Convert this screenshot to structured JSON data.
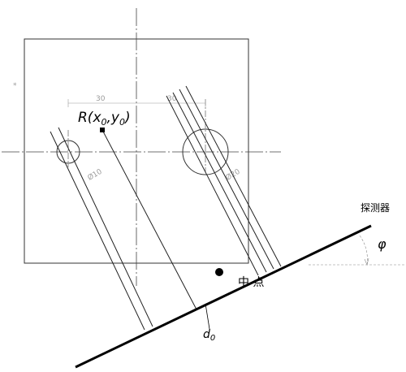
{
  "labels": {
    "r_point_prefix": "R(x",
    "r_point_sub_x": "0",
    "r_point_comma": ",y",
    "r_point_sub_y": "0",
    "r_point_suffix": ")",
    "detector": "探测器",
    "phi": "φ",
    "midpoint": "中 点",
    "d0_main": "d",
    "d0_sub": "0",
    "dim_left": "30",
    "dim_right": "30",
    "dia_small": "Ø10",
    "dia_large": "Ø20",
    "angle_marker": "*"
  },
  "colors": {
    "line": "#000000",
    "thin": "#333333",
    "dim": "#9a9a9a"
  }
}
